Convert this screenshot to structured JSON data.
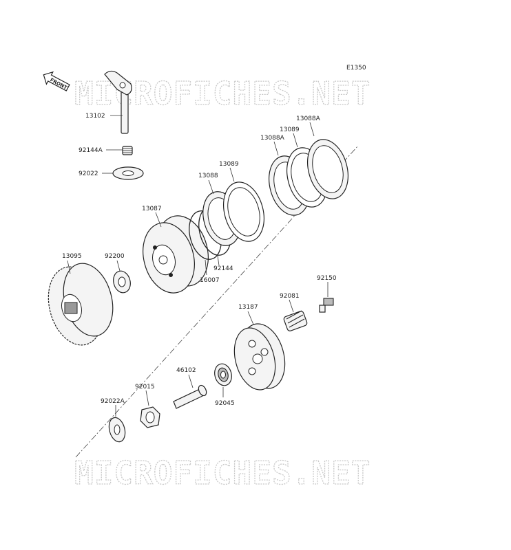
{
  "diagram_code": "E1350",
  "front_label": "FRONT",
  "watermark": "MICROFICHES.NET",
  "parts": {
    "p13102": "13102",
    "p92144A": "92144A",
    "p92022": "92022",
    "p13087": "13087",
    "p13088_a": "13088",
    "p13089_a": "13089",
    "p13088A_a": "13088A",
    "p13089_b": "13089",
    "p13088A_b": "13088A",
    "p92144": "92144",
    "p16007": "16007",
    "p13095": "13095",
    "p92200": "92200",
    "p92150": "92150",
    "p92081": "92081",
    "p13187": "13187",
    "p46102": "46102",
    "p92015": "92015",
    "p92045": "92045",
    "p92022A": "92022A"
  }
}
